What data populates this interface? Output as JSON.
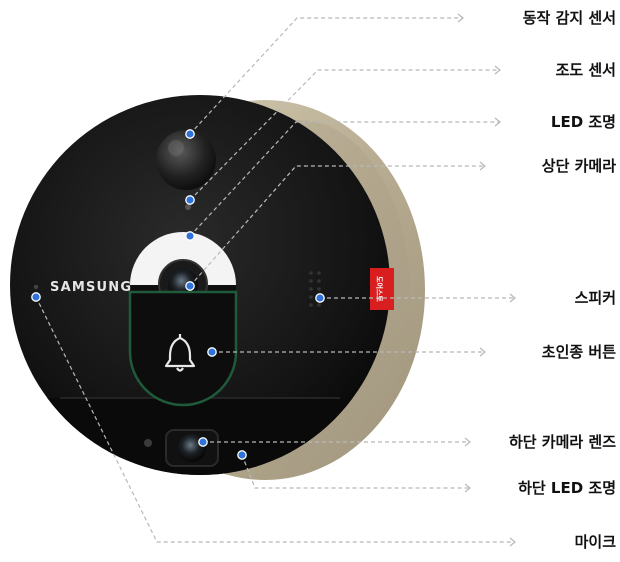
{
  "device": {
    "brand": "SAMSUNG",
    "sticker": "도어스토",
    "colors": {
      "face": "#121212",
      "rim": "#b9ae94",
      "accent_dot": "#2f72d8",
      "ring_green": "#1f5a3a",
      "sticker_red": "#d81e1e"
    }
  },
  "callouts": [
    {
      "label": "동작 감지 센서"
    },
    {
      "label": "조도 센서"
    },
    {
      "label": "LED 조명"
    },
    {
      "label": "상단 카메라"
    },
    {
      "label": "스피커"
    },
    {
      "label": "초인종 버튼"
    },
    {
      "label": "하단 카메라 렌즈"
    },
    {
      "label": "하단 LED 조명"
    },
    {
      "label": "마이크"
    }
  ],
  "icons": {
    "bell": "bell-icon",
    "line_end": "chevron-right-icon"
  }
}
